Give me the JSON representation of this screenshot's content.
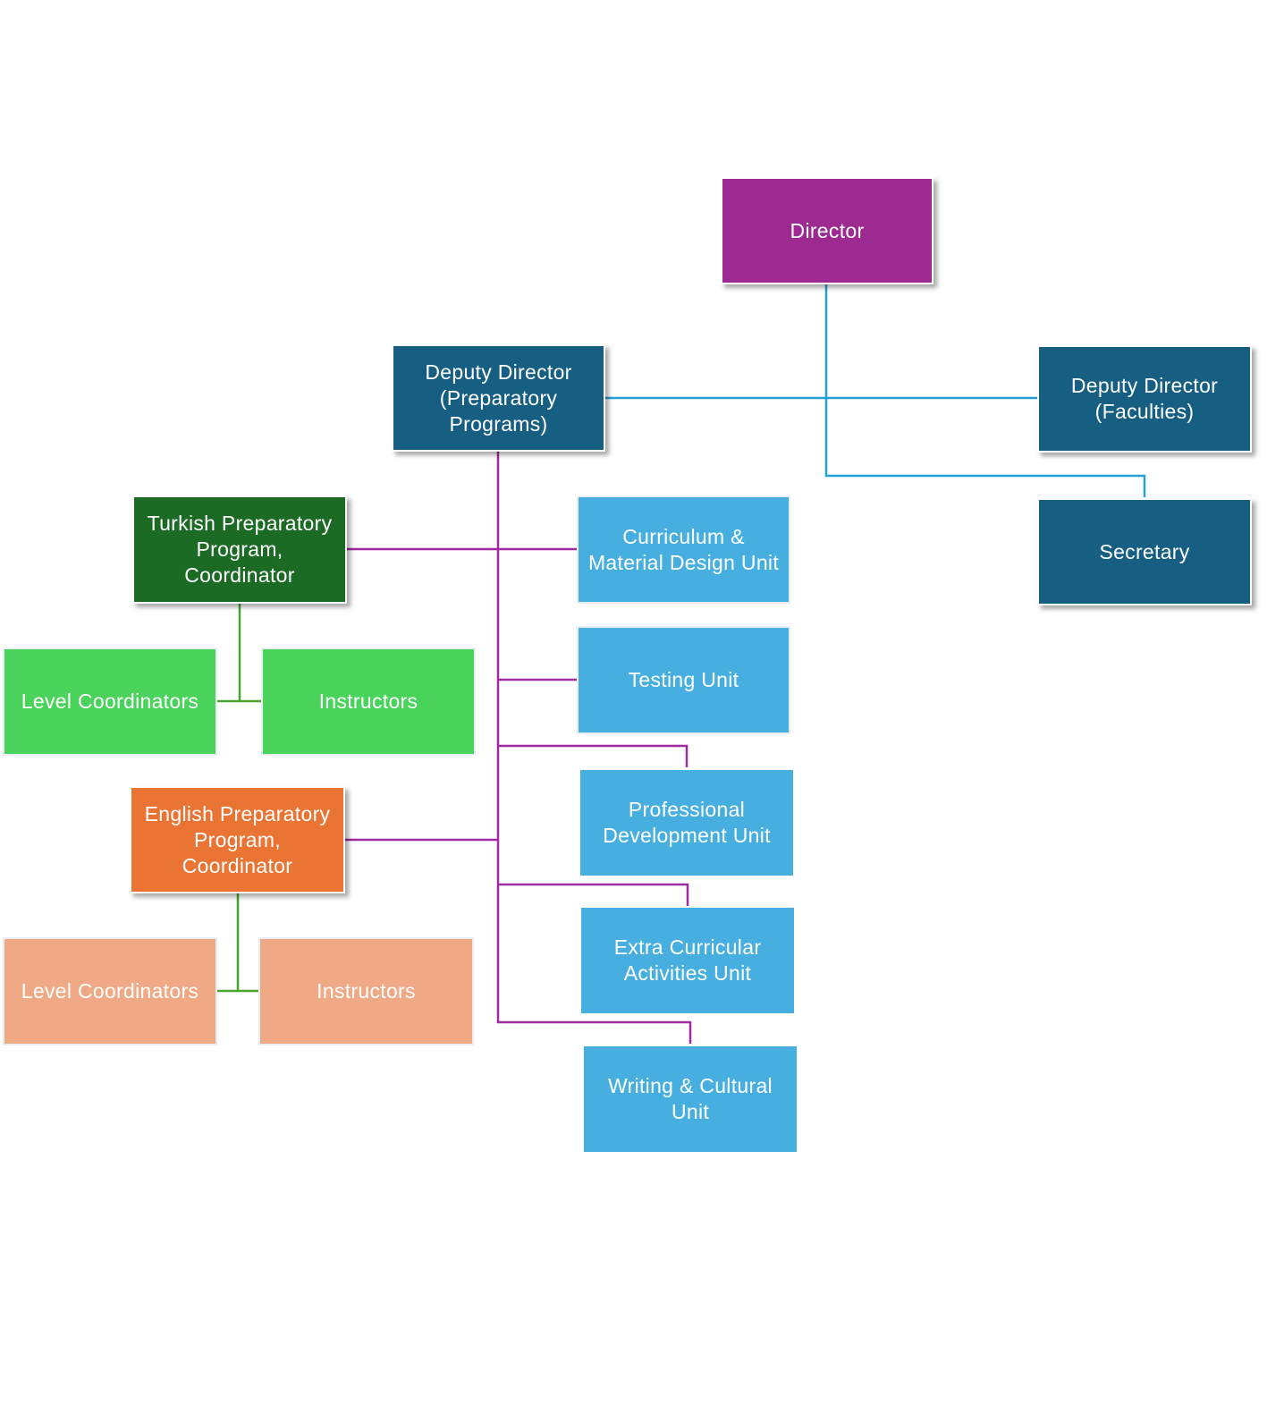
{
  "nodes": {
    "director": "Director",
    "deputy_prep": "Deputy Director\n(Preparatory\nPrograms)",
    "deputy_fac": "Deputy Director\n(Faculties)",
    "secretary": "Secretary",
    "turkish_coord": "Turkish Preparatory\nProgram,\nCoordinator",
    "turkish_level": "Level Coordinators",
    "turkish_instr": "Instructors",
    "english_coord": "English Preparatory\nProgram,\nCoordinator",
    "english_level": "Level Coordinators",
    "english_instr": "Instructors",
    "curriculum": "Curriculum &\nMaterial Design Unit",
    "testing": "Testing Unit",
    "professional": "Professional\nDevelopment Unit",
    "extra": "Extra Curricular\nActivities Unit",
    "writing": "Writing & Cultural\nUnit"
  },
  "colors": {
    "director": "#9c2a91",
    "deputy": "#175e83",
    "turkish_coord": "#1b6b25",
    "turkish_children": "#49d35b",
    "english_coord": "#e97434",
    "english_children": "#f0a985",
    "unit": "#47afe0",
    "line_blue": "#24a0d4",
    "line_purple": "#a02aa0",
    "line_green": "#4aa52e"
  }
}
